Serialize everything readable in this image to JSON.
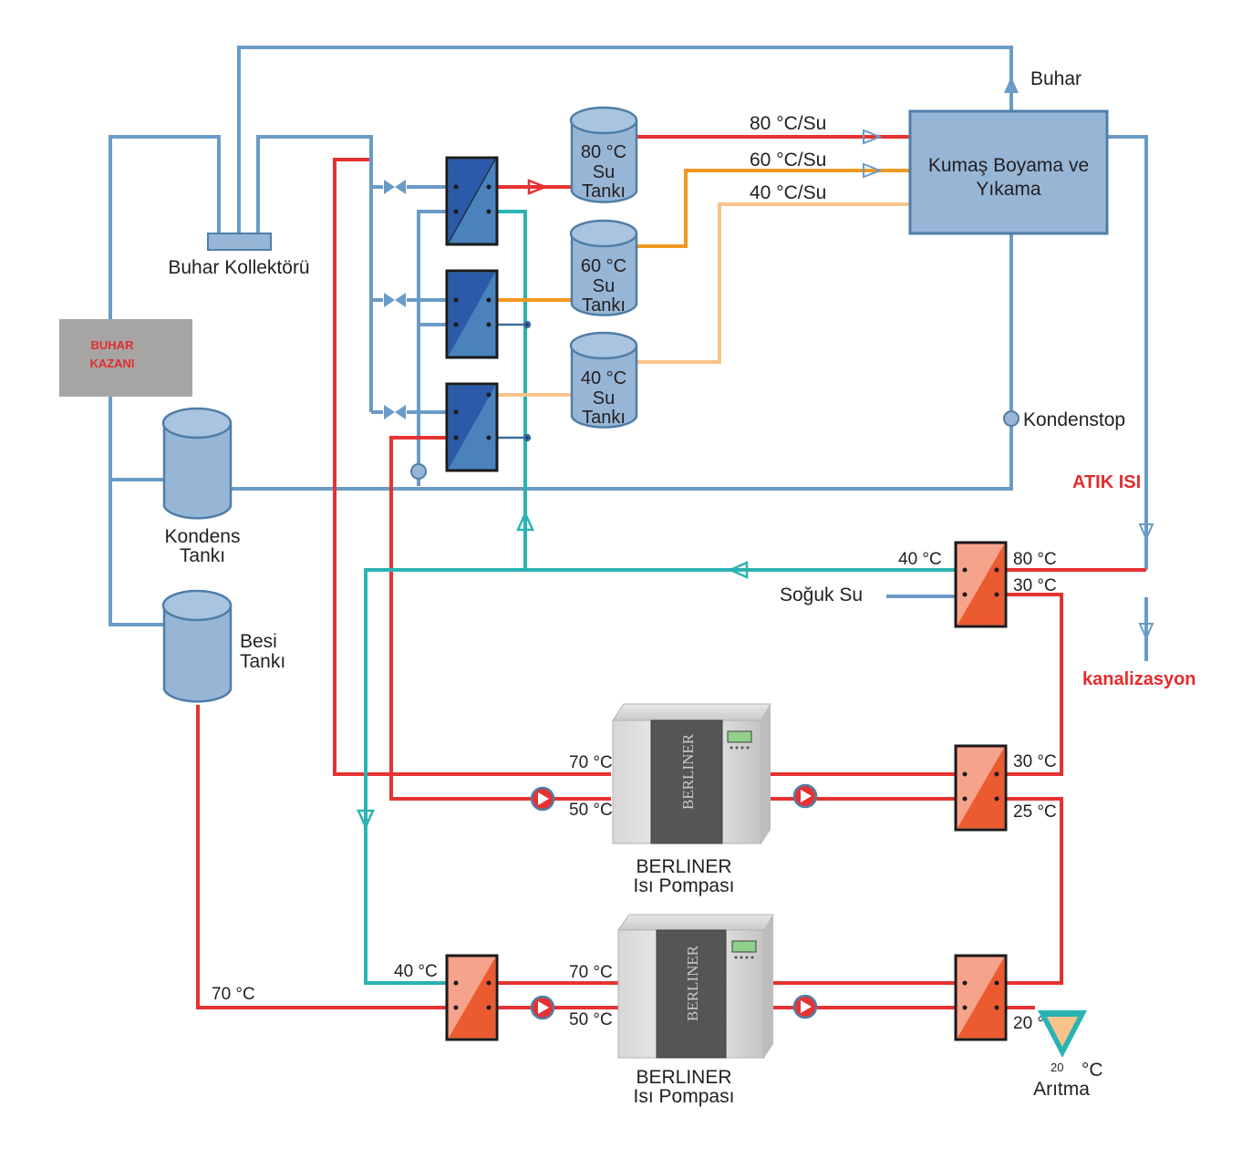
{
  "colors": {
    "steam_line": "#6a9bc6",
    "hot_line": "#e63232",
    "cold_line": "#2ab3b3",
    "orange_line": "#f0981f",
    "peach_line": "#f6c48a",
    "tank_fill": "#97b6d6",
    "boiler_fill": "#a7a4a4",
    "hx_blue": "#3565b0",
    "hx_red": "#ec5a30",
    "process_box": "#97b6d6",
    "label_red": "#e32c2c"
  },
  "boiler": {
    "line1": "BUHAR",
    "line2": "KAZANI"
  },
  "collector": {
    "label": "Buhar Kollektörü"
  },
  "tanks": {
    "t80": {
      "line1": "80 °C",
      "line2": "Su",
      "line3": "Tankı"
    },
    "t60": {
      "line1": "60 °C",
      "line2": "Su",
      "line3": "Tankı"
    },
    "t40": {
      "line1": "40 °C",
      "line2": "Su",
      "line3": "Tankı"
    },
    "kondens": {
      "line1": "Kondens",
      "line2": "Tankı"
    },
    "besi": {
      "line1": "Besi",
      "line2": "Tankı"
    }
  },
  "process": {
    "line1": "Kumaş Boyama ve",
    "line2": "Yıkama",
    "in80": "80 °C/Su",
    "in60": "60 °C/Su",
    "in40": "40 °C/Su",
    "steam_out": "Buhar",
    "kondenstop": "Kondenstop"
  },
  "waste": {
    "atik_isi": "ATIK ISI",
    "kanalizasyon": "kanalizasyon",
    "hx_t_left": "40 °C",
    "hx_t_right_top": "80 °C",
    "hx_t_right_bottom": "30 °C",
    "soguk_su": "Soğuk Su"
  },
  "heat_pump_1": {
    "brand": "BERLINER",
    "name_line1": "BERLINER",
    "name_line2": "Isı Pompası",
    "t_out": "70 °C",
    "t_in": "50 °C",
    "hx_t_top": "30 °C",
    "hx_t_bottom": "25 °C"
  },
  "heat_pump_2": {
    "brand": "BERLINER",
    "name_line1": "BERLINER",
    "name_line2": "Isı Pompası",
    "t_out": "70 °C",
    "t_in": "50 °C",
    "hx_left_t": "40 °C",
    "besi_t": "70 °C",
    "hx_t_bottom": "20 °C",
    "aritma": "Arıtma",
    "aritma_small": "20",
    "aritma_unit": "°C"
  }
}
